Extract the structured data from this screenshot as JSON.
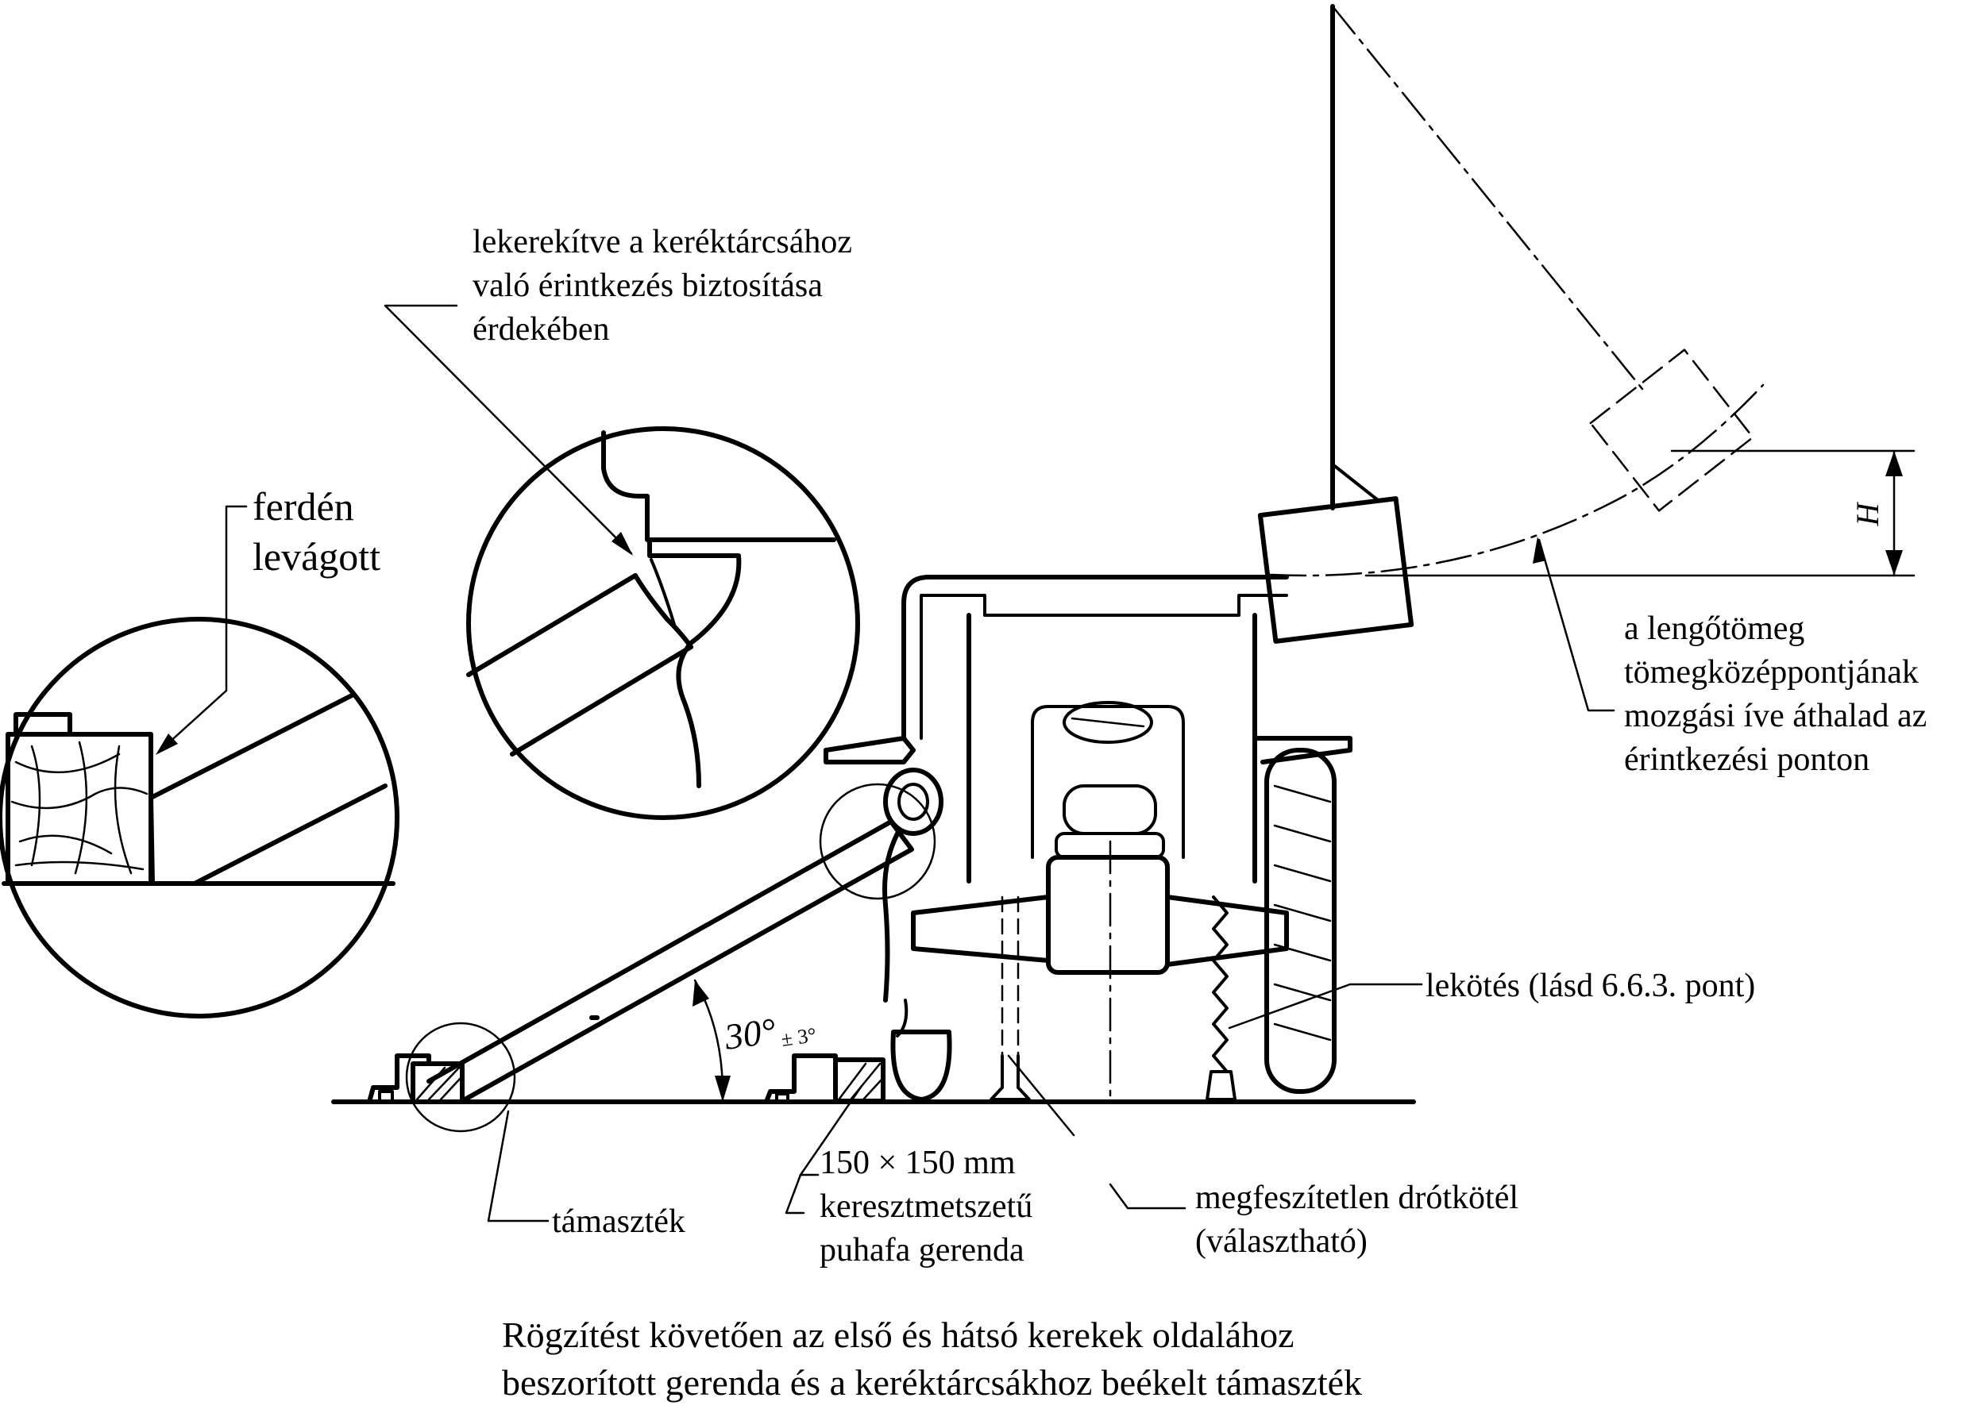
{
  "labels": {
    "rounded_note_line1": "lekerekítve a keréktárcsához",
    "rounded_note_line2": "való érintkezés biztosítása",
    "rounded_note_line3": "érdekében",
    "bevel_line1": "ferdén",
    "bevel_line2": "levágott",
    "arc_note_line1": "a lengőtömeg",
    "arc_note_line2": "tömegközéppontjának",
    "arc_note_line3": "mozgási íve áthalad az",
    "arc_note_line4": "érintkezési ponton",
    "tie_down": "lekötés (lásd 6.6.3. pont)",
    "strut": "támaszték",
    "beam_line1": "150 × 150 mm",
    "beam_line2": "keresztmetszetű",
    "beam_line3": "puhafa gerenda",
    "cable_line1": "megfeszítetlen drótkötél",
    "cable_line2": "(választható)",
    "angle_value": "30°",
    "angle_tolerance": "± 3°",
    "height_symbol": "H"
  },
  "caption": {
    "line1": "Rögzítést követően az első és hátsó kerekek oldalához",
    "line2": "beszorított gerenda és a keréktárcsákhoz beékelt támaszték"
  }
}
